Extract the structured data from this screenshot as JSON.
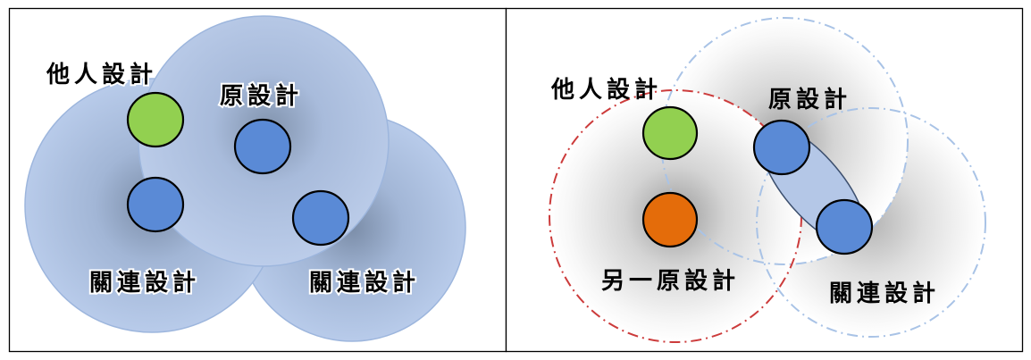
{
  "colors": {
    "circle_fill": "#b4c7e7",
    "circle_edge": "#9db6dd",
    "dash_red": "#cc3b3b",
    "dash_blue": "#a9c3e6",
    "node_blue": "#5a8ad6",
    "node_green": "#92d050",
    "node_orange": "#e46c0a",
    "node_stroke": "#000000",
    "frame": "#000000"
  },
  "left_panel": {
    "labels": {
      "others_design": "他人設計",
      "original_design": "原設計",
      "related_design_left": "關連設計",
      "related_design_right": "關連設計"
    }
  },
  "right_panel": {
    "labels": {
      "others_design": "他人設計",
      "original_design": "原設計",
      "another_original_design": "另一原設計",
      "related_design": "關連設計"
    }
  }
}
